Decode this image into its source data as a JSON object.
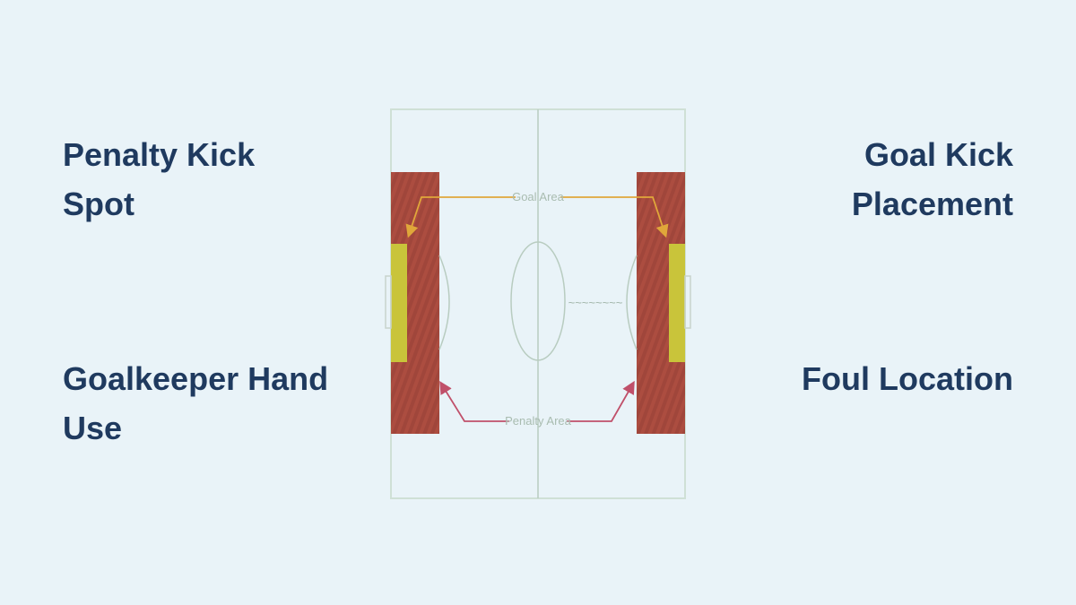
{
  "labels": {
    "top_left": [
      "Penalty Kick",
      "Spot"
    ],
    "top_right": [
      "Goal Kick",
      "Placement"
    ],
    "bottom_left": [
      "Goalkeeper Hand",
      "Use"
    ],
    "bottom_right": [
      "Foul Location"
    ]
  },
  "diagram": {
    "goal_area_label": "Goal Area",
    "penalty_area_label": "Penalty Area",
    "center_text": "~~~~~~~~"
  },
  "colors": {
    "background": "#e9f3f8",
    "text": "#1f3a5f",
    "penalty_area_fill": "#a94436",
    "goal_area_fill": "#c9c43a",
    "goal_arrow": "#e0a73a",
    "penalty_arrow": "#c0506a",
    "pitch_lines": "#b8ccc0"
  }
}
